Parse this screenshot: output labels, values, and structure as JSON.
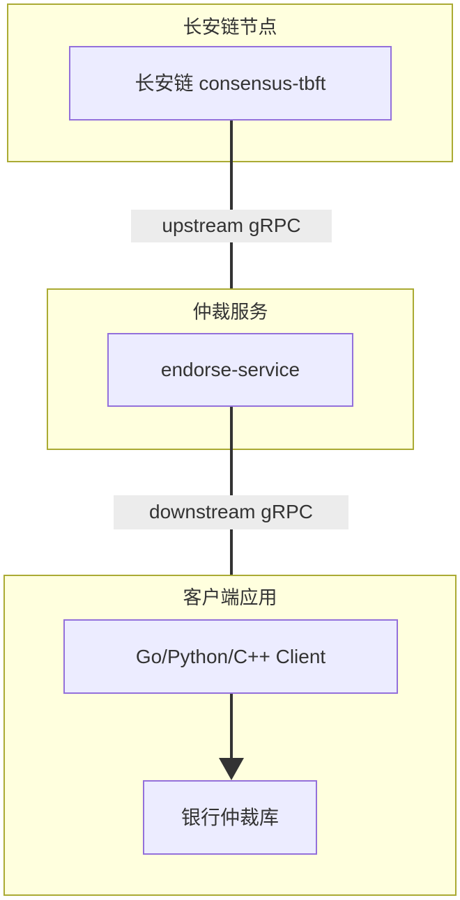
{
  "diagram": {
    "type": "flowchart",
    "direction": "top-to-bottom",
    "clusters": [
      {
        "id": "chainmaker-node",
        "title": "长安链节点"
      },
      {
        "id": "arbitration-service",
        "title": "仲裁服务"
      },
      {
        "id": "client-application",
        "title": "客户端应用"
      }
    ],
    "nodes": [
      {
        "id": "consensus-tbft",
        "label": "长安链 consensus-tbft",
        "cluster": "chainmaker-node"
      },
      {
        "id": "endorse-service",
        "label": "endorse-service",
        "cluster": "arbitration-service"
      },
      {
        "id": "client",
        "label": "Go/Python/C++ Client",
        "cluster": "client-application"
      },
      {
        "id": "bank-db",
        "label": "银行仲裁库",
        "cluster": "client-application"
      }
    ],
    "edges": [
      {
        "id": "edge-upstream",
        "from": "consensus-tbft",
        "to": "endorse-service",
        "label": "upstream gRPC"
      },
      {
        "id": "edge-downstream",
        "from": "endorse-service",
        "to": "client",
        "label": "downstream gRPC"
      },
      {
        "id": "edge-persist",
        "from": "client",
        "to": "bank-db",
        "label": ""
      }
    ],
    "colors": {
      "cluster_fill": "#ffffde",
      "cluster_stroke": "#aaaa33",
      "node_fill": "#ececff",
      "node_stroke": "#9370db",
      "edge_stroke": "#333333",
      "edge_label_bg": "#ececec",
      "text": "#333333",
      "canvas": "#ffffff"
    }
  }
}
